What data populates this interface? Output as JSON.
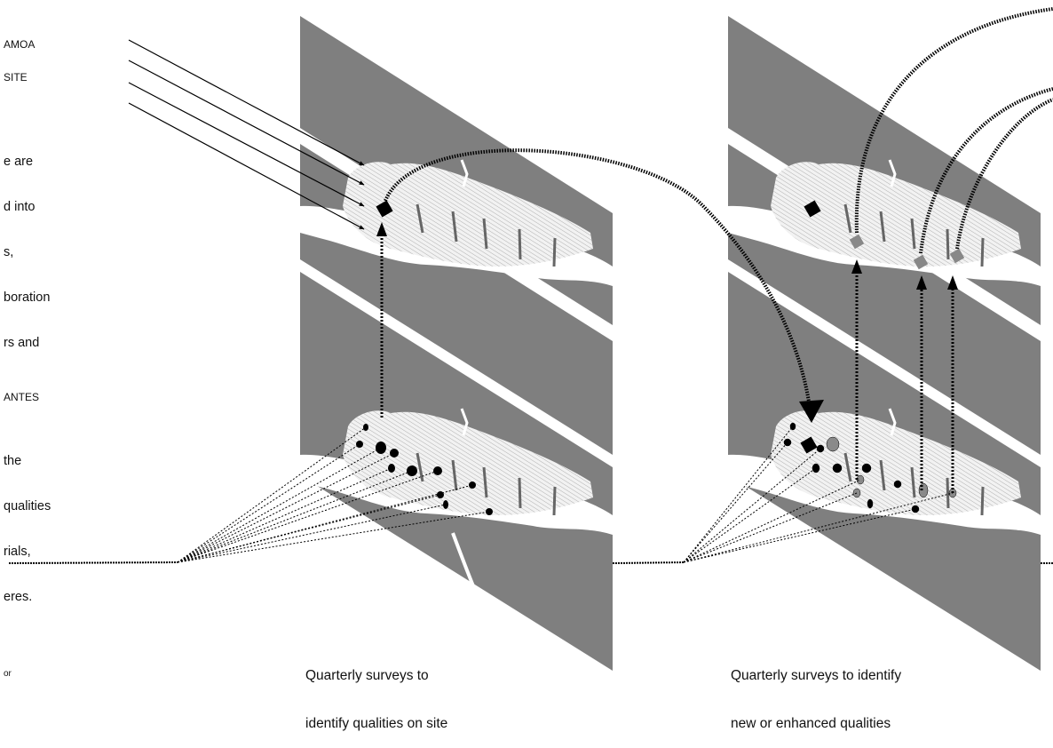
{
  "left_text": {
    "label_top": "AMOA",
    "label_site": "SITE",
    "para_top": [
      "e are",
      "d into",
      "s,",
      "boration",
      "rs and"
    ],
    "label_mid": "ANTES",
    "para_mid": [
      "the",
      "qualities",
      "rials,",
      "eres."
    ],
    "label_bottom": "or"
  },
  "captions": {
    "panel_1": [
      "Quarterly surveys to",
      "identify qualities on site"
    ],
    "panel_2": [
      "Quarterly surveys to identify",
      "new or enhanced qualities"
    ]
  },
  "colors": {
    "plane": "#7f7f7f",
    "land_light": "#f2f2f2",
    "hatch": "#b5b5b5",
    "marker": "#000000",
    "marker_grey": "#8a8a8a"
  }
}
